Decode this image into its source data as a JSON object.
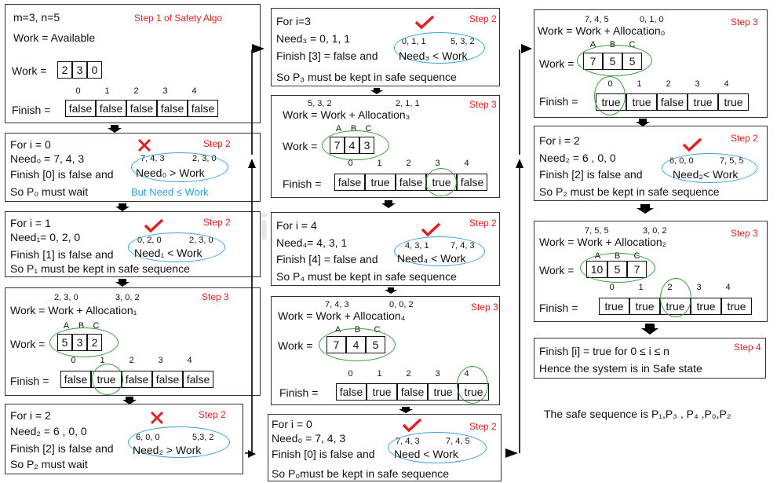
{
  "watermark": "ikitecky",
  "b1": {
    "step": "Step 1 of Safety Algo",
    "line1": "m=3, n=5",
    "line2": "Work = Available",
    "work_label": "Work =",
    "work": [
      "2",
      "3",
      "0"
    ],
    "idx": [
      "0",
      "1",
      "2",
      "3",
      "4"
    ],
    "finish_label": "Finish =",
    "finish": [
      "false",
      "false",
      "false",
      "false",
      "false"
    ]
  },
  "b2": {
    "step": "Step 2",
    "l1": "For i = 0",
    "l2": "Need₀ = 7, 4, 3",
    "l3": "Finish [0] is false  and",
    "l4": "So P₀  must wait",
    "v1": "7, 4, 3",
    "v2": "2, 3, 0",
    "cmp": "Need₀ >   Work",
    "note": "But Need  ≤ Work"
  },
  "b3": {
    "step": "Step 2",
    "l1": "For i = 1",
    "l2": "Need₁= 0, 2, 0",
    "l3": "Finish [1] is false and",
    "l4": "So P₁ must be kept in safe sequence",
    "v1": "0, 2, 0",
    "v2": "2, 3, 0",
    "cmp": "Need₁ <   Work"
  },
  "b4": {
    "step": "Step 3",
    "v1": "2, 3, 0",
    "v2": "3, 0, 2",
    "l1": "Work = Work + Allocation₁",
    "abc": [
      "A",
      "B",
      "C"
    ],
    "work_label": "Work =",
    "work": [
      "5",
      "3",
      "2"
    ],
    "idx": [
      "0",
      "1",
      "2",
      "3",
      "4"
    ],
    "finish_label": "Finish =",
    "finish": [
      "false",
      "true",
      "false",
      "false",
      "false"
    ]
  },
  "b5": {
    "step": "Step 2",
    "l1": "For i = 2",
    "l2": "Need₂ = 6 , 0, 0",
    "l3": "Finish [2] is false and",
    "l4": "So P₂  must wait",
    "v1": "6, 0, 0",
    "v2": "5,3, 2",
    "cmp": "Need₂  >   Work"
  },
  "b6": {
    "step": "Step 2",
    "l1": "For i=3",
    "l2": "Need₃ = 0, 1, 1",
    "l3": "Finish [3] = false and",
    "l4": "So P₃ must be kept in safe sequence",
    "v1": "0, 1, 1",
    "v2": "5, 3, 2",
    "cmp": "Need₃  <  Work"
  },
  "b7": {
    "step": "Step 3",
    "v1": "5, 3, 2",
    "v2": "2, 1, 1",
    "l1": "Work = Work + Allocation₃",
    "abc": [
      "A",
      "B",
      "C"
    ],
    "work_label": "Work =",
    "work": [
      "7",
      "4",
      "3"
    ],
    "idx": [
      "0",
      "1",
      "2",
      "3",
      "4"
    ],
    "finish_label": "Finish =",
    "finish": [
      "false",
      "true",
      "false",
      "true",
      "false"
    ]
  },
  "b8": {
    "step": "Step 2",
    "l1": "For i = 4",
    "l2": "Need₄= 4, 3, 1",
    "l3": "Finish [4] = false and",
    "l4": "So P₄ must be kept in safe sequence",
    "v1": "4, 3, 1",
    "v2": "7, 4, 3",
    "cmp": "Need₄  <  Work"
  },
  "b9": {
    "step": "Step 3",
    "v1": "7, 4, 3",
    "v2": "0, 0, 2",
    "l1": "Work = Work + Allocation₄",
    "abc": [
      "A",
      "B",
      "C"
    ],
    "work_label": "Work =",
    "work": [
      "7",
      "4",
      "5"
    ],
    "idx": [
      "0",
      "1",
      "2",
      "3",
      "4"
    ],
    "finish_label": "Finish =",
    "finish": [
      "false",
      "true",
      "false",
      "true",
      "true"
    ]
  },
  "b10": {
    "step": "Step 2",
    "l1": "For i = 0",
    "l2": "Need₀ = 7, 4, 3",
    "l3": "Finish [0] is false and",
    "l4": "So P₀must be kept in safe sequence",
    "v1": "7, 4, 3",
    "v2": "7, 4, 5",
    "cmp": "Need  <  Work"
  },
  "b11": {
    "step": "Step 3",
    "v1": "7, 4, 5",
    "v2": "0, 1, 0",
    "l1": "Work = Work + Allocation₀",
    "abc": [
      "A",
      "B",
      "C"
    ],
    "work_label": "Work =",
    "work": [
      "7",
      "5",
      "5"
    ],
    "idx": [
      "0",
      "1",
      "2",
      "3",
      "4"
    ],
    "finish_label": "Finish =",
    "finish": [
      "true",
      "true",
      "false",
      "true",
      "true"
    ]
  },
  "b12": {
    "step": "Step 2",
    "l1": "For i = 2",
    "l2": "Need₂ = 6 , 0, 0",
    "l3": "Finish [2] is false and",
    "l4": "So P₂ must be kept in safe sequence",
    "v1": "6, 0, 0",
    "v2": "7, 5, 5",
    "cmp": "Need₂<  Work"
  },
  "b13": {
    "step": "Step 3",
    "v1": "7, 5, 5",
    "v2": "3, 0, 2",
    "l1": "Work = Work + Allocation₂",
    "abc": [
      "A",
      "B",
      "C"
    ],
    "work_label": "Work =",
    "work": [
      "10",
      "5",
      "7"
    ],
    "idx": [
      "0",
      "1",
      "2",
      "3",
      "4"
    ],
    "finish_label": "Finish =",
    "finish": [
      "true",
      "true",
      "true",
      "true",
      "true"
    ]
  },
  "b14": {
    "step": "Step 4",
    "l1": "Finish [i] = true for 0 ≤ i  ≤ n",
    "l2": "Hence the system is in Safe state"
  },
  "safe_sequence": "The safe sequence is P₁,P₃ , P₄ ,P₀,P₂",
  "colors": {
    "step": "#e02020",
    "blue_oval": "#3aa0d8",
    "green_oval": "#3a9a3a",
    "note": "#2aa0e0"
  }
}
